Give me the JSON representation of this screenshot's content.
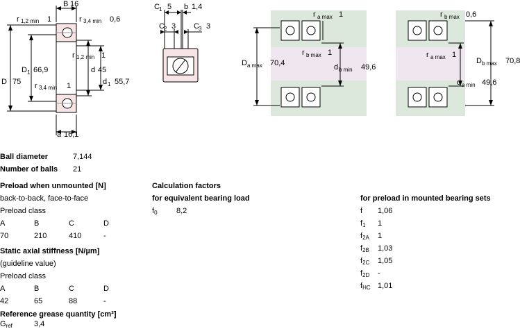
{
  "diagram": {
    "bearing": {
      "B": "B",
      "B_val": "16",
      "r12_min": "r",
      "r12_sub": "1,2 min",
      "r12_val": "1",
      "r34_min": "r",
      "r34_sub": "3,4 min",
      "r34_val": "0,6",
      "D": "D",
      "D_val": "75",
      "D1": "D",
      "D1_sub": "1",
      "D1_val": "66,9",
      "d": "d",
      "d_val": "45",
      "d1": "d",
      "d1_sub": "1",
      "d1_val": "55,7",
      "r12b_min": "r",
      "r12b_sub": "1,2 min",
      "r12b_val": "1",
      "r34b_min": "r",
      "r34b_sub": "3,4 min",
      "r34b_val": "1",
      "a": "a",
      "a_val": "16,1"
    },
    "detail": {
      "C1": "C",
      "C1_sub": "1",
      "C1_val": "5",
      "b": "b",
      "b_val": "1,4",
      "C2": "C",
      "C2_sub": "2",
      "C2_val": "3",
      "C3": "C",
      "C3_sub": "3",
      "C3_val": "3"
    },
    "mount1": {
      "ra": "r",
      "ra_sub": "a max",
      "ra_val": "1",
      "rb": "r",
      "rb_sub": "b max",
      "rb_val": "1",
      "Da": "D",
      "Da_sub": "a max",
      "Da_val": "70,4",
      "db": "d",
      "db_sub": "b min",
      "db_val": "49,6"
    },
    "mount2": {
      "rb": "r",
      "rb_sub": "b max",
      "rb_val": "0,6",
      "ra": "r",
      "ra_sub": "a max",
      "ra_val": "1",
      "Db": "D",
      "Db_sub": "b max",
      "Db_val": "70,8",
      "da": "d",
      "da_sub": "a min",
      "da_val": "49,6"
    }
  },
  "ball": {
    "diameter_label": "Ball diameter",
    "diameter_value": "7,144",
    "count_label": "Number of balls",
    "count_value": "21"
  },
  "preload": {
    "title": "Preload when unmounted [N]",
    "arrangement": "back-to-back, face-to-face",
    "class_label": "Preload class",
    "classes": [
      "A",
      "B",
      "C",
      "D"
    ],
    "values": [
      "70",
      "210",
      "410",
      "-"
    ]
  },
  "stiffness": {
    "title": "Static axial stiffness [N/µm]",
    "note": "(guideline value)",
    "class_label": "Preload class",
    "classes": [
      "A",
      "B",
      "C",
      "D"
    ],
    "values": [
      "42",
      "65",
      "88",
      "-"
    ]
  },
  "grease": {
    "title": "Reference grease quantity [cm³]",
    "label": "G",
    "label_sub": "ref",
    "value": "3,4"
  },
  "calc": {
    "title": "Calculation factors",
    "subtitle": "for equivalent bearing load",
    "f0_label": "f",
    "f0_sub": "0",
    "f0_value": "8,2"
  },
  "mounted": {
    "title": "for preload in mounted bearing sets",
    "factors": [
      {
        "label": "f",
        "sub": "",
        "value": "1,06"
      },
      {
        "label": "f",
        "sub": "1",
        "value": "1"
      },
      {
        "label": "f",
        "sub": "2A",
        "value": "1"
      },
      {
        "label": "f",
        "sub": "2B",
        "value": "1,03"
      },
      {
        "label": "f",
        "sub": "2C",
        "value": "1,05"
      },
      {
        "label": "f",
        "sub": "2D",
        "value": "-"
      },
      {
        "label": "f",
        "sub": "HC",
        "value": "1,01"
      }
    ]
  }
}
